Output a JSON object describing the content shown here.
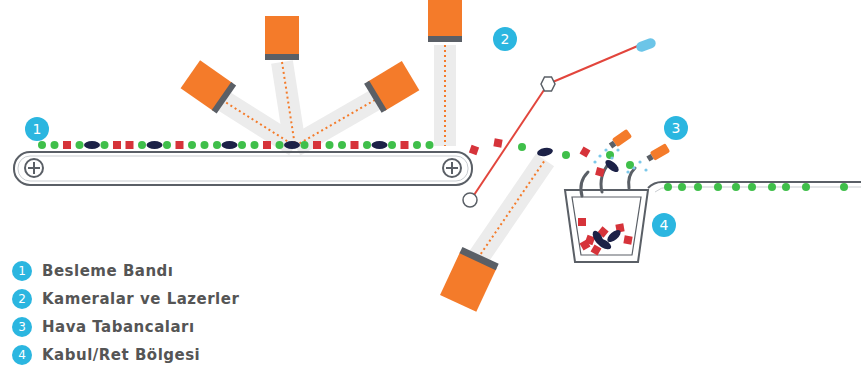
{
  "diagram": {
    "labels": [
      "1",
      "2",
      "3",
      "4",
      "1",
      "2",
      "3",
      "4"
    ],
    "legend": [
      {
        "text": "Besleme Bandı",
        "color": "#2bb6e0"
      },
      {
        "text": "Kameralar ve Lazerler",
        "color": "#2bb6e0"
      },
      {
        "text": "Hava Tabancaları",
        "color": "#2bb6e0"
      },
      {
        "text": "Kabul/Ret Bölgesi",
        "color": "#2bb6e0"
      }
    ]
  }
}
